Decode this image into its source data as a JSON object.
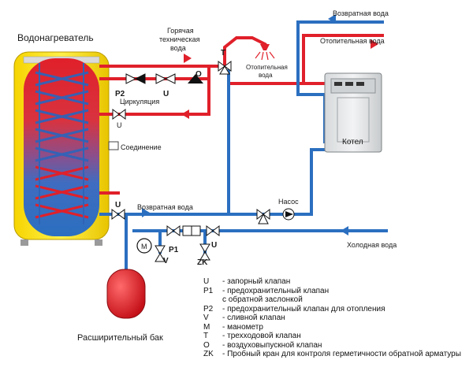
{
  "labels": {
    "heater": "Водонагреватель",
    "hot_water_1": "Горячая",
    "hot_water_2": "техническая",
    "hot_water_3": "вода",
    "heating_water_top": "Отопительная вода",
    "heating_water_mid_1": "Отопительная",
    "heating_water_mid_2": "вода",
    "return_water_top": "Возвратная  вода",
    "return_water_bottom": "Возвратная  вода",
    "circulation": "Циркуляция",
    "connection": "Соединение",
    "boiler": "Котел",
    "pump": "Насос",
    "cold_water": "Холодная вода",
    "expansion_tank": "Расширительный бак"
  },
  "symbols": {
    "T": "T",
    "P2": "P2",
    "U1": "U",
    "O": "O",
    "U2": "U",
    "U3": "U",
    "M": "M",
    "P1": "P1",
    "V": "V",
    "U4": "U",
    "ZK": "ZK"
  },
  "legend": [
    {
      "key": "U",
      "text": "- запорный клапан"
    },
    {
      "key": "P1",
      "text": "- предохранительный клапан",
      "cont": "с обратной заслонкой"
    },
    {
      "key": "P2",
      "text": "- предохранительный клапан для отопления"
    },
    {
      "key": "V",
      "text": "- сливной клапан"
    },
    {
      "key": "M",
      "text": "- манометр"
    },
    {
      "key": "T",
      "text": "- трехходовой клапан"
    },
    {
      "key": "O",
      "text": "- воздуховыпускной клапан"
    },
    {
      "key": "ZK",
      "text": "- Пробный кран для контроля герметичности обратной арматуры"
    }
  ],
  "colors": {
    "hot_pipe": "#e0202a",
    "cold_pipe": "#2b6fc0",
    "tank_shell": "#ffe21f",
    "tank_inner_top": "#e0202a",
    "tank_inner_bottom": "#2b6fc0",
    "boiler_body": "#e9ebec",
    "expansion_tank": "#e0202a"
  },
  "icons": [
    "shower-icon",
    "pump-icon",
    "manometer-icon",
    "three-way-valve-icon",
    "check-valve-icon",
    "air-vent-icon",
    "safety-valve-icon"
  ]
}
